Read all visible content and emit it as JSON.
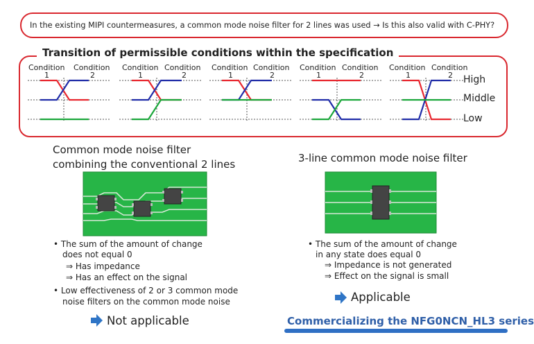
{
  "question": "In the existing MIPI countermeasures, a common mode noise filter for 2 lines was used → Is this also valid with C-PHY?",
  "spec_title": "Transition of permissible conditions within the specification",
  "condition_label": "Condition",
  "condition_numbers": [
    "1",
    "2"
  ],
  "levels": [
    "High",
    "Middle",
    "Low"
  ],
  "colors": {
    "red": "#e8262e",
    "blue": "#1f2ca8",
    "green": "#1aa63a",
    "accent_border": "#d9272e",
    "pcb": "#27b547",
    "arrow": "#2f75c6"
  },
  "left_panel": {
    "heading_line1": "Common mode noise filter",
    "heading_line2": "combining the conventional 2 lines",
    "bullets": [
      "• The sum of the amount of change",
      "does not equal 0",
      "⇒  Has impedance",
      "⇒  Has an effect on the signal",
      "• Low effectiveness of 2 or 3 common mode",
      "noise filters on the common mode noise"
    ],
    "result": "Not applicable"
  },
  "right_panel": {
    "heading": "3-line common mode noise filter",
    "bullets": [
      "• The sum of the amount of change",
      "in any state does equal 0",
      "⇒  Impedance is not generated",
      "⇒  Effect on the signal is small"
    ],
    "result": "Applicable",
    "commercial": "Commercializing the NFG0NCN_HL3 series"
  }
}
